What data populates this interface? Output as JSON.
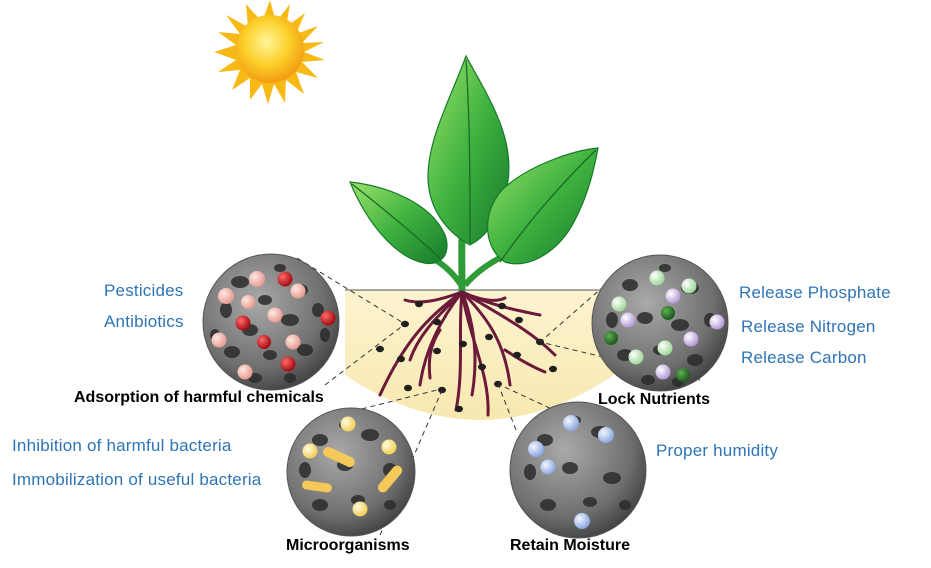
{
  "colors": {
    "label_blue": "#2e75b6",
    "title_black": "#000000",
    "soil": "#fbf0c8",
    "root": "#6b1a3a",
    "leaf": "#3aa83a",
    "pore_gray": "#7a7a7a",
    "sun": "#f7c21a"
  },
  "icons": [
    "sun-icon",
    "plant-icon",
    "porous-sphere-icon"
  ],
  "adsorption": {
    "title": "Adsorption of harmful chemicals",
    "items": [
      "Pesticides",
      "Antibiotics"
    ]
  },
  "nutrients": {
    "title": "Lock Nutrients",
    "items": [
      "Release Phosphate",
      "Release Nitrogen",
      "Release Carbon"
    ]
  },
  "microorganisms": {
    "title": "Microorganisms",
    "items": [
      "Inhibition of harmful bacteria",
      "Immobilization of useful bacteria"
    ]
  },
  "moisture": {
    "title": "Retain Moisture",
    "items": [
      "Proper humidity"
    ]
  }
}
